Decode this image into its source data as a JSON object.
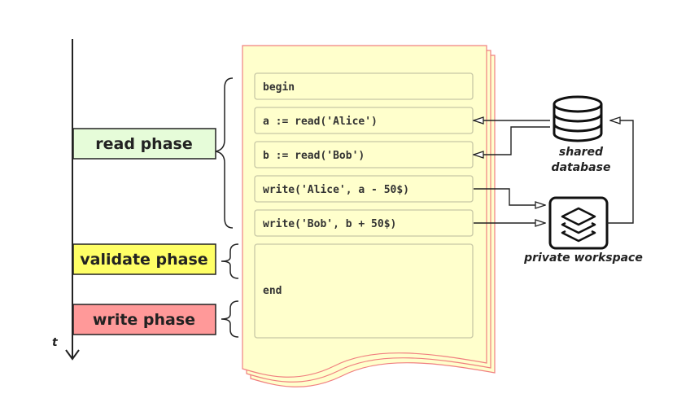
{
  "time_axis": {
    "label": "t"
  },
  "phases": {
    "read": {
      "label": "read phase",
      "color": "#e6fcd9"
    },
    "validate": {
      "label": "validate phase",
      "color": "#ffff66"
    },
    "write": {
      "label": "write phase",
      "color": "#ff9999"
    }
  },
  "document": {
    "fill": "#ffffcc",
    "border": "#f08080",
    "steps": [
      "begin",
      "a := read('Alice')",
      "b := read('Bob')",
      "write('Alice', a - 50$)",
      "write('Bob', b + 50$)",
      "end"
    ]
  },
  "database": {
    "label_line1": "shared",
    "label_line2": "database"
  },
  "workspace": {
    "label": "private workspace"
  }
}
